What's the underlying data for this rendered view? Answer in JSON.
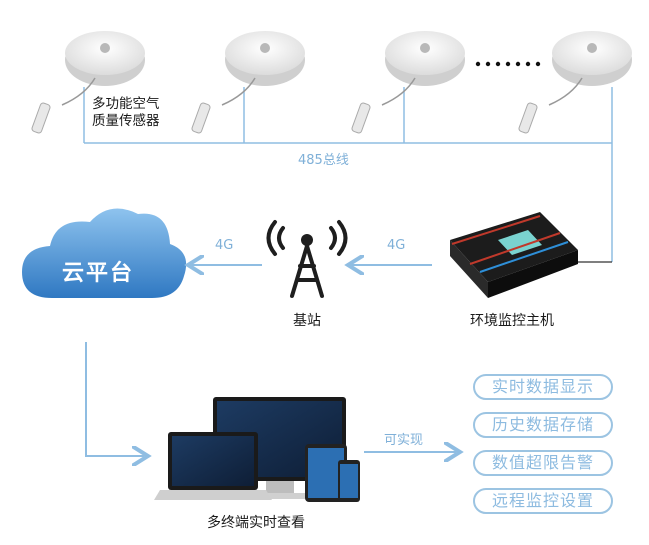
{
  "labels": {
    "sensor": "多功能空气质量传感器",
    "bus": "485总线",
    "cloud": "云平台",
    "link_left": "4G",
    "link_right": "4G",
    "tower": "基站",
    "host": "环境监控主机",
    "achieve": "可实现",
    "terminals": "多终端实时查看"
  },
  "features": [
    "实时数据显示",
    "历史数据存储",
    "数值超限告警",
    "远程监控设置"
  ],
  "colors": {
    "line": "#8fbde2",
    "cloud": "#4a8fd0",
    "text": "#1a1a1a"
  }
}
